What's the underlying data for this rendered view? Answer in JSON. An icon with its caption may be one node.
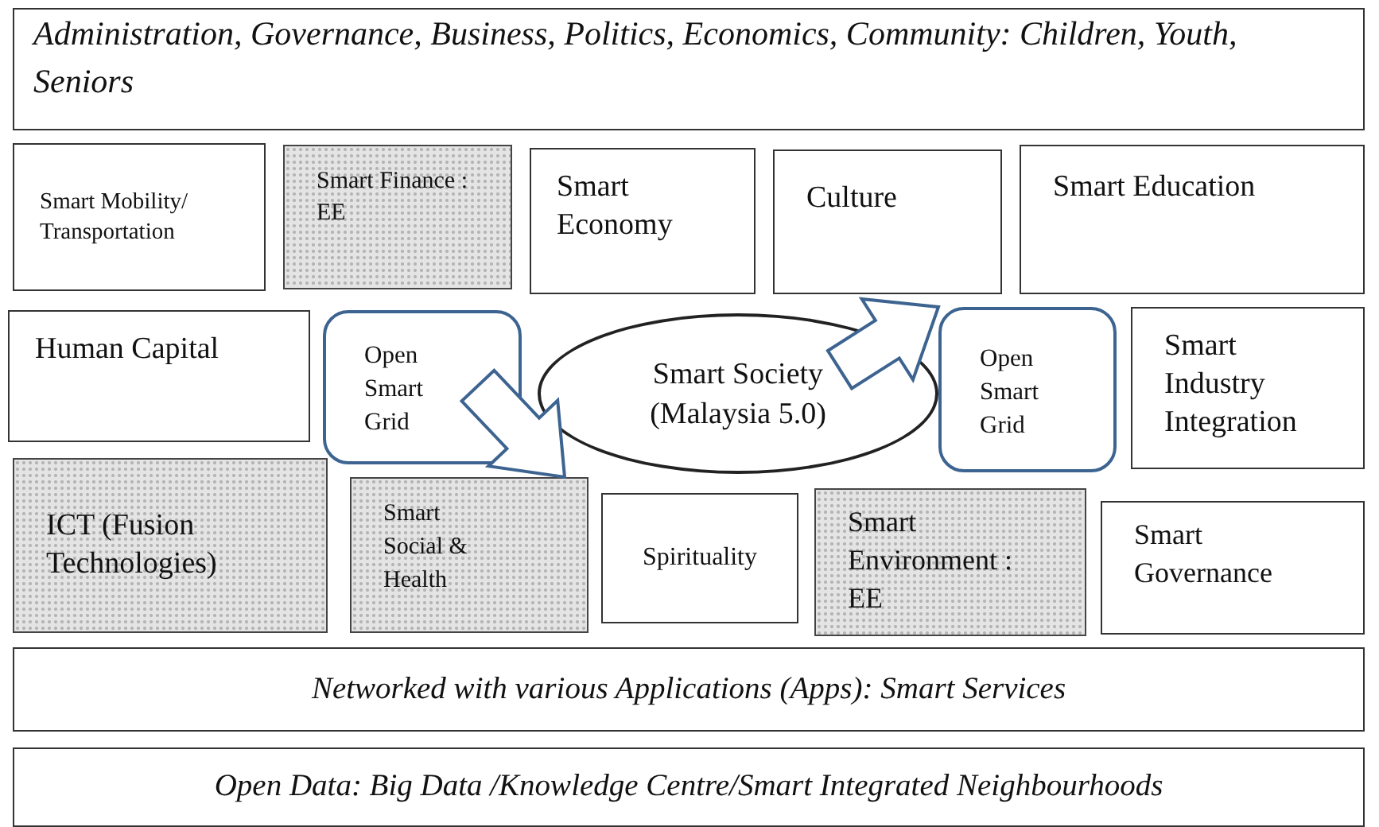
{
  "diagram": {
    "nodes": [
      {
        "text": [
          "Administration, Governance, Business, Politics, Economics, Community: Children, Youth, Seniors"
        ]
      },
      {
        "text": [
          "Smart Mobility/ Transportation"
        ]
      },
      {
        "text": [
          "Smart Finance : EE"
        ]
      },
      {
        "text": [
          "Smart Economy"
        ]
      },
      {
        "text": [
          "Culture"
        ]
      },
      {
        "text": [
          "Smart Education"
        ]
      },
      {
        "text": [
          "Human Capital"
        ]
      },
      {
        "text": [
          "Open Smart Grid"
        ]
      },
      {
        "text": [
          "Smart Society (Malaysia 5.0)"
        ]
      },
      {
        "text": [
          "Open Smart Grid"
        ]
      },
      {
        "text": [
          "Smart Industry Integration"
        ]
      },
      {
        "text": [
          "ICT (Fusion Technologies)"
        ]
      },
      {
        "text": [
          "Smart Social & Health"
        ]
      },
      {
        "text": [
          "Spirituality"
        ]
      },
      {
        "text": [
          "Smart Environment : EE"
        ]
      },
      {
        "text": [
          "Smart Governance"
        ]
      },
      {
        "text": [
          "Networked with various Applications (Apps): Smart Services"
        ]
      },
      {
        "text": [
          "Open Data: Big Data /Knowledge Centre/Smart Integrated Neighbourhoods"
        ]
      }
    ],
    "edges": [
      {
        "from": 7,
        "to": 12,
        "arrow": "to"
      },
      {
        "from": 8,
        "to": 9,
        "arrow": "to"
      }
    ]
  }
}
